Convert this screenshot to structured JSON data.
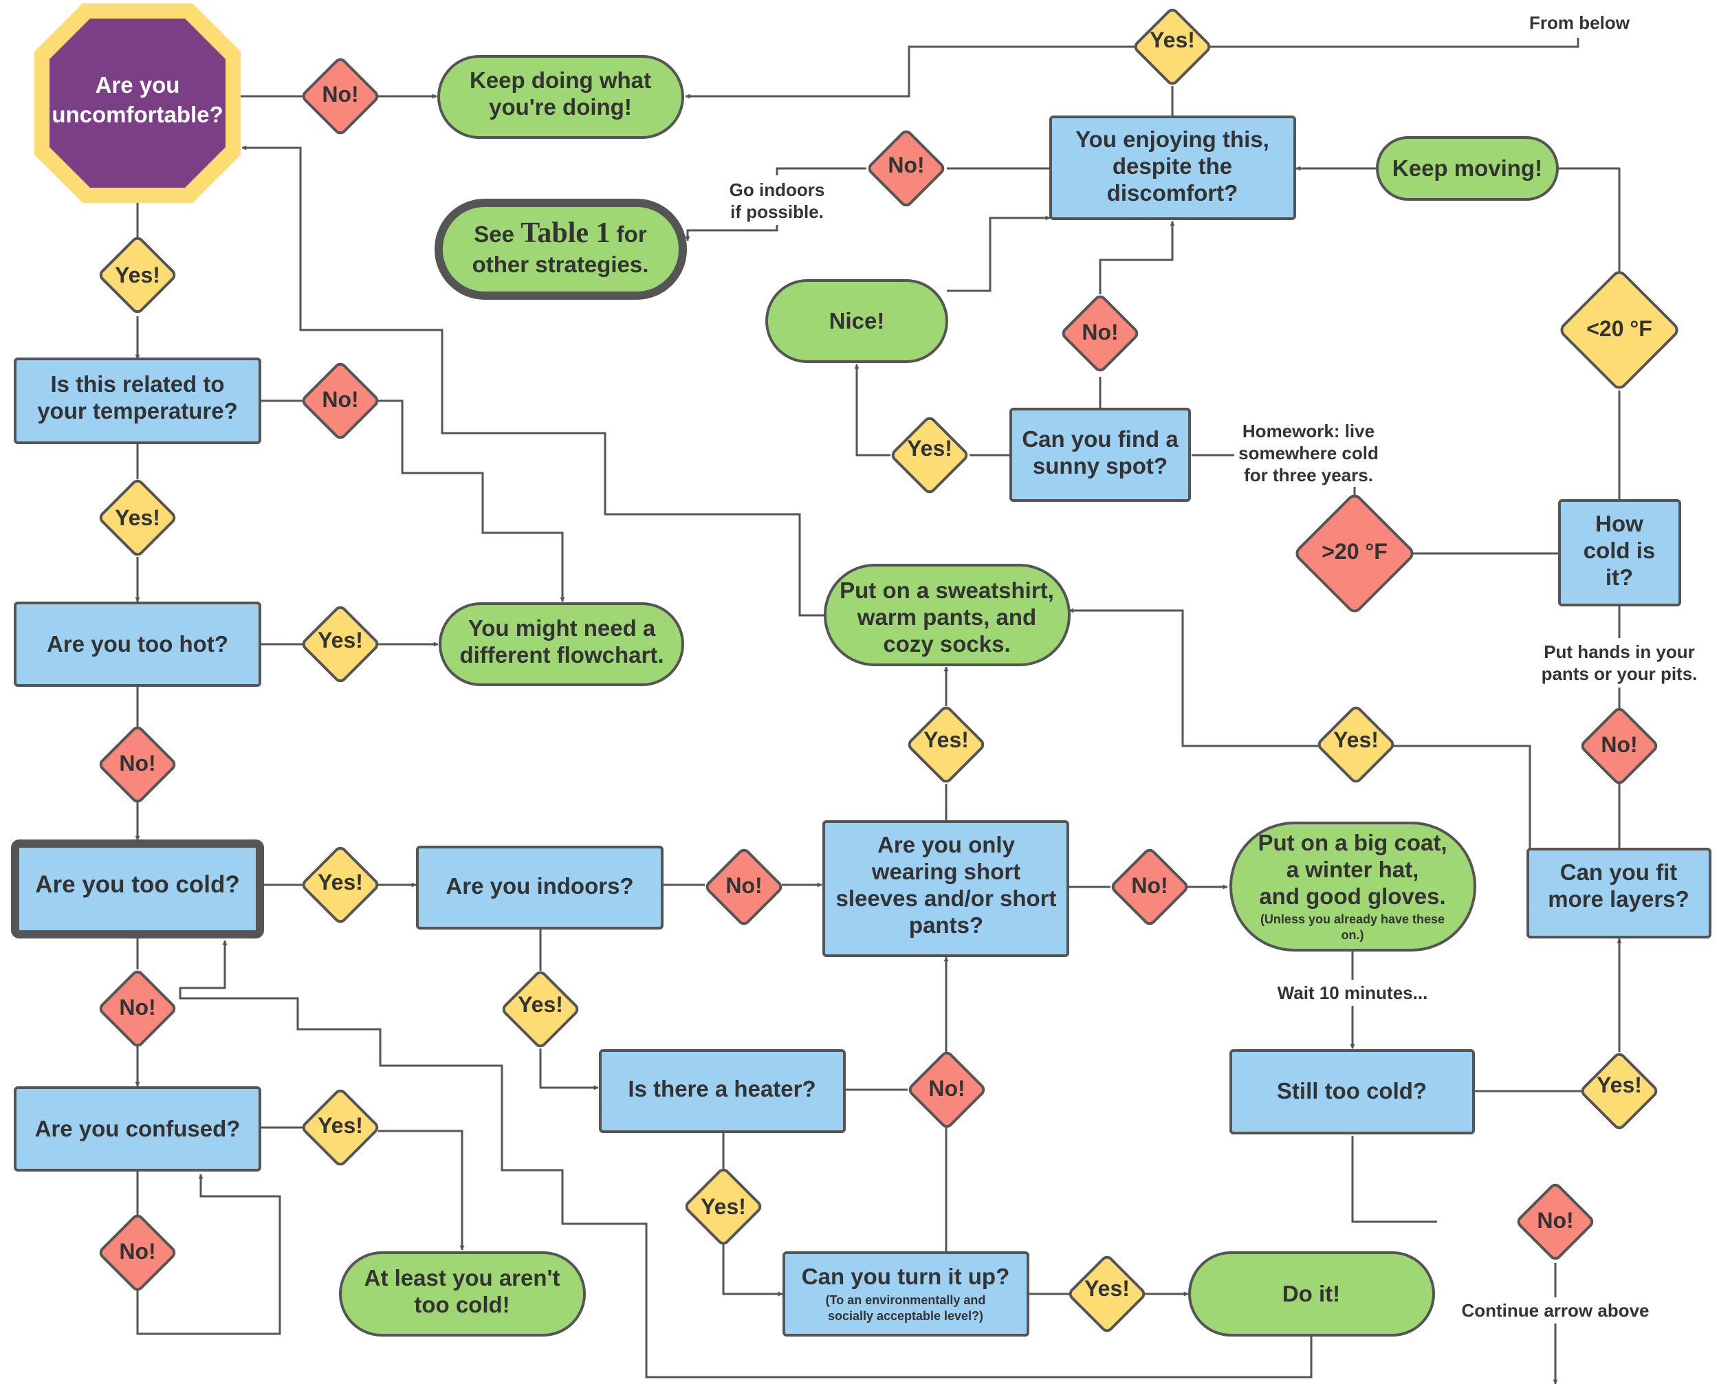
{
  "colors": {
    "question_box": "#9ed0f2",
    "outcome_pill": "#9fd774",
    "yes_diamond": "#fddc74",
    "no_diamond": "#f7887b",
    "start_octagon": "#7b3f86",
    "start_octagon_border": "#fddc74",
    "connector": "#555555"
  },
  "start": {
    "line1": "Are you",
    "line2": "uncomfortable?"
  },
  "questions": {
    "temperature": {
      "line1": "Is this related to",
      "line2": "your temperature?"
    },
    "too_hot": "Are you too hot?",
    "too_cold": "Are you too cold?",
    "confused": "Are you confused?",
    "indoors": "Are you indoors?",
    "heater": "Is there a heater?",
    "turn_up": {
      "main": "Can you turn it up?",
      "note1": "(To an environmentally and",
      "note2": "socially acceptable level?)"
    },
    "short_sleeves": {
      "line1": "Are you only",
      "line2": "wearing short",
      "line3": "sleeves and/or short",
      "line4": "pants?"
    },
    "still_cold": "Still too cold?",
    "more_layers": {
      "line1": "Can you fit",
      "line2": "more layers?"
    },
    "how_cold": {
      "line1": "How",
      "line2": "cold is",
      "line3": "it?"
    },
    "sunny_spot": {
      "line1": "Can you find a",
      "line2": "sunny spot?"
    },
    "enjoying": {
      "line1": "You enjoying this,",
      "line2": "despite the",
      "line3": "discomfort?"
    }
  },
  "outcomes": {
    "keep_doing": {
      "line1": "Keep doing what",
      "line2": "you're doing!"
    },
    "see_table": {
      "pre": "See ",
      "table": "Table 1",
      "post": " for",
      "line2": "other strategies."
    },
    "different_flowchart": {
      "line1": "You might need a",
      "line2": "different flowchart."
    },
    "not_too_cold": {
      "line1": "At least you aren't",
      "line2": "too cold!"
    },
    "do_it": "Do it!",
    "sweatshirt": {
      "line1": "Put on a sweatshirt,",
      "line2": "warm pants, and",
      "line3": "cozy socks."
    },
    "big_coat": {
      "line1": "Put on a big coat,",
      "line2": "a winter hat,",
      "line3": "and good gloves.",
      "note1": "(Unless you already have these",
      "note2": "on.)"
    },
    "nice": "Nice!",
    "keep_moving": "Keep moving!"
  },
  "decisions": {
    "yes": "Yes!",
    "no": "No!",
    "below_20": "<20 °F",
    "above_20": ">20 °F"
  },
  "notes": {
    "from_below": "From below",
    "go_indoors": {
      "line1": "Go indoors",
      "line2": "if possible."
    },
    "homework": {
      "line1": "Homework: live",
      "line2": "somewhere cold",
      "line3": "for three years."
    },
    "hands": {
      "line1": "Put hands in your",
      "line2": "pants or your pits."
    },
    "wait": "Wait 10 minutes...",
    "continue": "Continue arrow above"
  }
}
